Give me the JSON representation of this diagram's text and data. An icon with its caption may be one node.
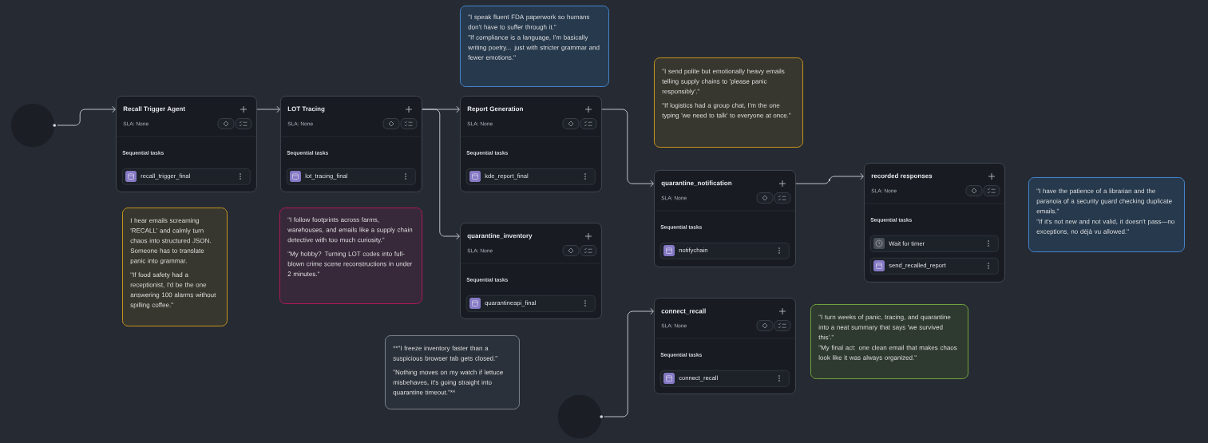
{
  "diagram": {
    "nodes": [
      {
        "text": [],
        "shape": "circle"
      },
      {
        "text": [
          "Recall Trigger Agent",
          "SLA: None",
          "Sequential tasks"
        ]
      },
      {
        "text": [
          "recall_trigger_final"
        ],
        "in": 1
      },
      {
        "text": [
          "LOT Tracing",
          "SLA: None",
          "Sequential tasks"
        ]
      },
      {
        "text": [
          "lot_tracing_final"
        ],
        "in": 3
      },
      {
        "text": [
          "\"I speak fluent FDA paperwork so humans don't have to suffer through it.\"",
          "\"If compliance is a language, I'm basically writing poetry... just with stricter grammar and fewer emotions.\""
        ]
      },
      {
        "text": [
          "Report Generation",
          "SLA: None",
          "Sequential tasks"
        ]
      },
      {
        "text": [
          "kde_report_final"
        ],
        "in": 6
      },
      {
        "text": [
          "\"I send polite but emotionally heavy emails telling supply chains to 'please panic responsibly'.\"",
          "\"If logistics had a group chat, I'm the one typing 'we need to talk' to everyone at once.\""
        ]
      },
      {
        "text": [
          "quarantine_notification",
          "SLA: None",
          "Sequential tasks"
        ]
      },
      {
        "text": [
          "notifychain"
        ],
        "in": 9
      },
      {
        "text": [
          "recorded responses",
          "SLA: None",
          "Sequential tasks"
        ]
      },
      {
        "text": [
          "Wait for timer"
        ],
        "in": 11
      },
      {
        "text": [
          "send_recalled_report"
        ],
        "in": 11
      },
      {
        "text": [
          "\"I have the patience of a librarian and the paranoia of a security guard checking duplicate emails.\"",
          "\"If it's not new and not valid, it doesn't pass—no exceptions, no déjà vu allowed.\""
        ]
      },
      {
        "text": [
          "I hear emails screaming 'RECALL' and calmly turn chaos into structured JSON. Someone has to translate panic into grammar.",
          "\"If food safety had a receptionist, I'd be the one answering 100 alarms without spilling coffee.\""
        ]
      },
      {
        "text": [
          "\"I follow footprints across farms, warehouses, and emails like a supply chain detective with too much curiosity.\"",
          "\"My hobby? Turning LOT codes into full-blown crime scene reconstructions in under 2 minutes.\""
        ]
      },
      {
        "text": [
          "quarantine_inventory",
          "SLA: None",
          "Sequential tasks"
        ]
      },
      {
        "text": [
          "quarantineapi_final"
        ],
        "in": 17
      },
      {
        "text": [
          "connect_recall",
          "SLA: None",
          "Sequential tasks"
        ]
      },
      {
        "text": [
          "connect_recall"
        ],
        "in": 19
      },
      {
        "text": [
          "\"I turn weeks of panic, tracing, and quarantine into a neat summary that says 'we survived this'.\"",
          "\"My final act: one clean email that makes chaos look like it was always organized.\""
        ]
      },
      {
        "text": [
          "**\"I freeze inventory faster than a suspicious browser tab gets closed.\"",
          "\"Nothing moves on my watch if lettuce misbehaves, it's going straight into quarantine timeout.\"**"
        ]
      },
      {
        "text": [],
        "shape": "circle"
      }
    ],
    "edges": [
      {
        "from": 0,
        "to": 1,
        "arrow": "to"
      },
      {
        "from": 1,
        "to": 3,
        "arrow": "to"
      },
      {
        "from": 3,
        "to": 6,
        "arrow": "to"
      },
      {
        "from": 3,
        "to": 17,
        "arrow": "to"
      },
      {
        "from": 6,
        "to": 9,
        "arrow": "to"
      },
      {
        "from": 9,
        "to": 11,
        "arrow": "to"
      },
      {
        "from": 23,
        "to": 19,
        "arrow": "to"
      }
    ]
  }
}
